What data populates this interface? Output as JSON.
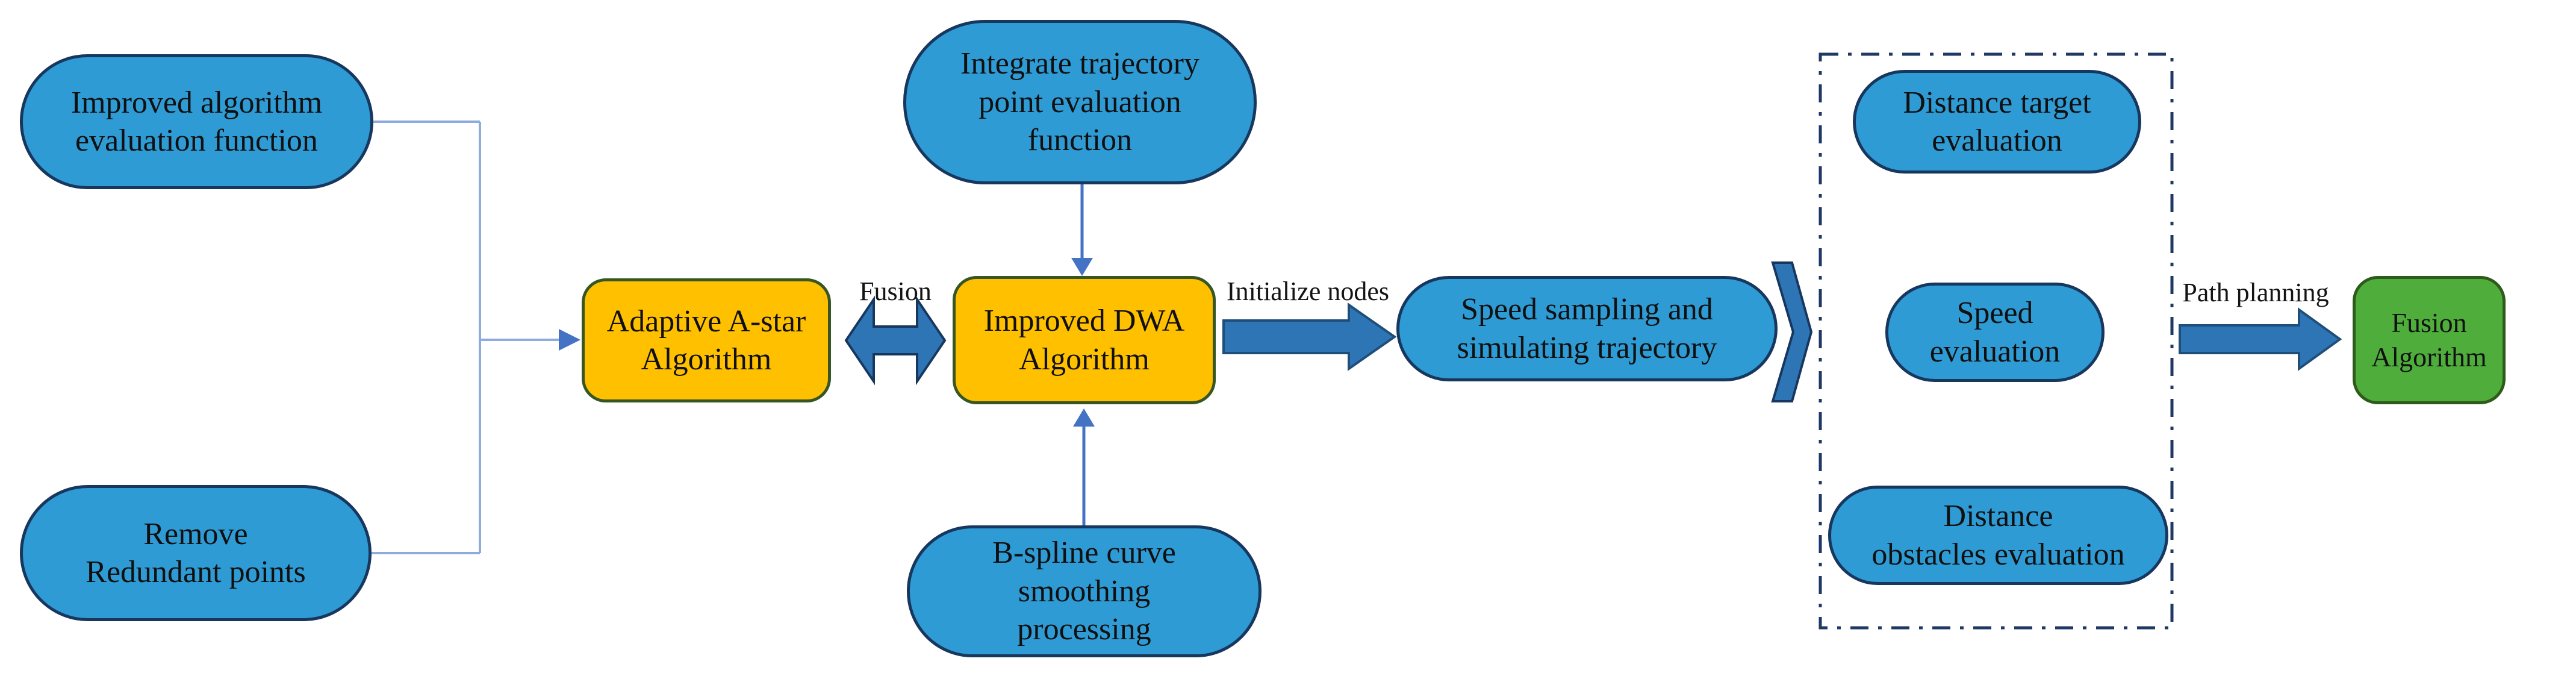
{
  "diagram": {
    "title": "Fusion path-planning algorithm flowchart",
    "nodes": {
      "improved_algorithm_evaluation": {
        "label": "Improved algorithm\nevaluation function"
      },
      "remove_redundant": {
        "label": "Remove\nRedundant points"
      },
      "adaptive_astar": {
        "label": "Adaptive A-star\nAlgorithm"
      },
      "integrate_trajectory": {
        "label": "Integrate trajectory\npoint evaluation\nfunction"
      },
      "improved_dwa": {
        "label": "Improved DWA\nAlgorithm"
      },
      "bspline": {
        "label": "B-spline curve\nsmoothing\nprocessing"
      },
      "speed_sampling": {
        "label": "Speed sampling and\nsimulating trajectory"
      },
      "distance_target": {
        "label": "Distance target\nevaluation"
      },
      "speed_evaluation": {
        "label": "Speed\nevaluation"
      },
      "distance_obstacles": {
        "label": "Distance\nobstacles evaluation"
      },
      "fusion_algorithm": {
        "label": "Fusion\nAlgorithm"
      }
    },
    "edge_labels": {
      "fusion": "Fusion",
      "initialize_nodes": "Initialize nodes",
      "path_planning": "Path planning"
    },
    "colors": {
      "stadium_fill": "#2E9BD5",
      "stadium_border": "#17375E",
      "process_fill": "#FFC000",
      "process_border": "#375623",
      "result_fill": "#4FAD3C",
      "result_border": "#2E5B1C",
      "block_arrow_fill": "#2E75B6",
      "block_arrow_border": "#1F4E79",
      "connector_line": "#8FAADC",
      "thin_arrow": "#4472C4",
      "dashed_box_border": "#1F3864",
      "text": "#111111"
    }
  }
}
